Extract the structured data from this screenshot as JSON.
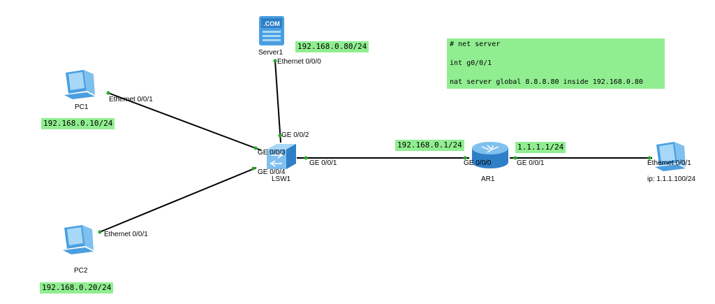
{
  "colors": {
    "label_bg": "#90ee90",
    "link_line": "#000000",
    "port_dot": "#22aa22",
    "device_blue": "#4a9fe0",
    "device_light": "#a8d8f8"
  },
  "devices": {
    "server1": {
      "name": "Server1",
      "icon": "server-icon",
      "badge": ".COM"
    },
    "pc1": {
      "name": "PC1",
      "icon": "pc-icon"
    },
    "pc2": {
      "name": "PC2",
      "icon": "pc-icon"
    },
    "lsw1": {
      "name": "LSW1",
      "icon": "switch-icon"
    },
    "ar1": {
      "name": "AR1",
      "icon": "router-icon"
    },
    "pc_remote": {
      "name": "ip: 1.1.1.100/24",
      "icon": "pc-icon"
    }
  },
  "ports": {
    "server1_eth": "Ethernet 0/0/0",
    "pc1_eth": "Ethernet 0/0/1",
    "pc2_eth": "Ethernet 0/0/1",
    "lsw_ge2": "GE 0/0/2",
    "lsw_ge3": "GE 0/0/3",
    "lsw_ge4": "GE 0/0/4",
    "lsw_ge1": "GE 0/0/1",
    "ar_ge0": "GE 0/0/0",
    "ar_ge1": "GE 0/0/1",
    "remote_eth": "Ethernet 0/0/1"
  },
  "ip_labels": {
    "server1": "192.168.0.80/24",
    "pc1": "192.168.0.10/24",
    "pc2": "192.168.0.20/24",
    "ar1_inside": "192.168.0.1/24",
    "ar1_outside": "1.1.1.1/24"
  },
  "config": {
    "line1": "# net server",
    "line2": "int g0/0/1",
    "line3": "nat server global 8.8.8.80 inside 192.168.0.80"
  }
}
